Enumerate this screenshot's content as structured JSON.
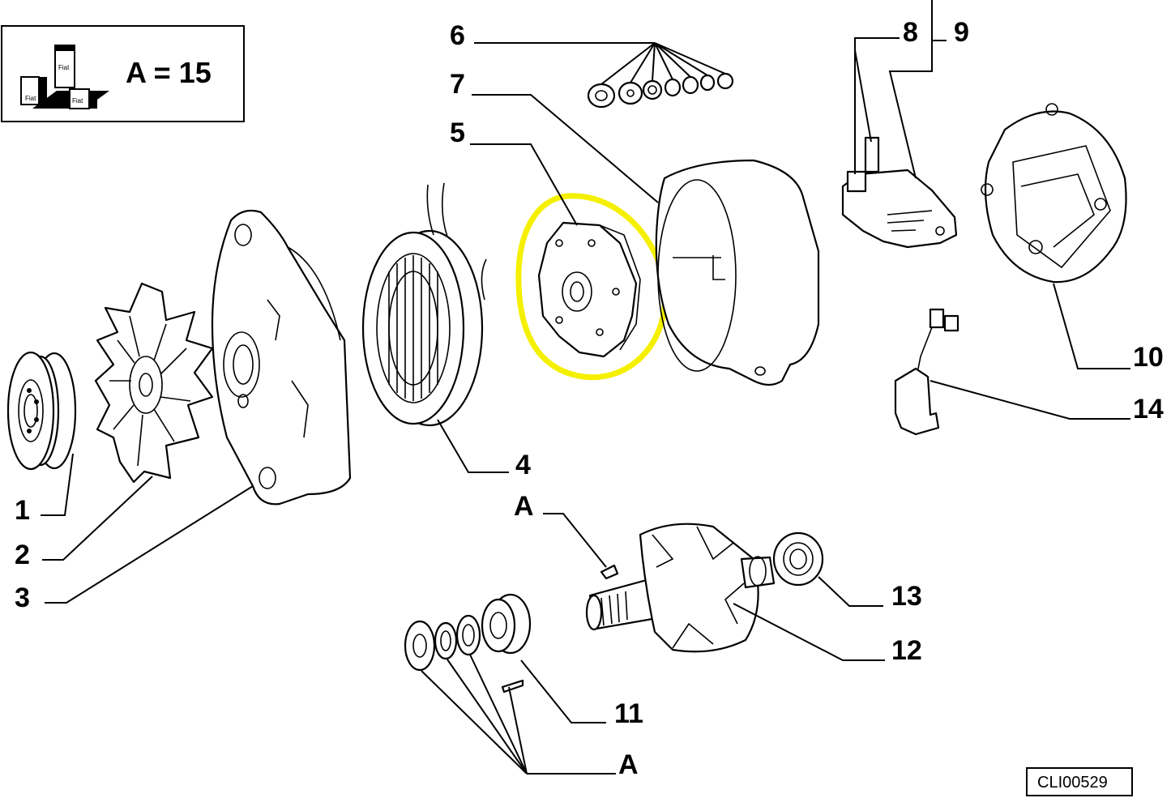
{
  "legend": {
    "text": "A = 15",
    "icon_labels": [
      "Fiat",
      "Fiat",
      "Fiat"
    ]
  },
  "callouts": {
    "c1": "1",
    "c2": "2",
    "c3": "3",
    "c4": "4",
    "c5": "5",
    "c6": "6",
    "c7": "7",
    "c8": "8",
    "c9": "9",
    "c10": "10",
    "c11": "11",
    "c12": "12",
    "c13": "13",
    "c14": "14",
    "cA1": "A",
    "cA2": "A"
  },
  "drawing_code": "CLI00529",
  "highlight": {
    "color": "#f4f000",
    "part": "5"
  }
}
